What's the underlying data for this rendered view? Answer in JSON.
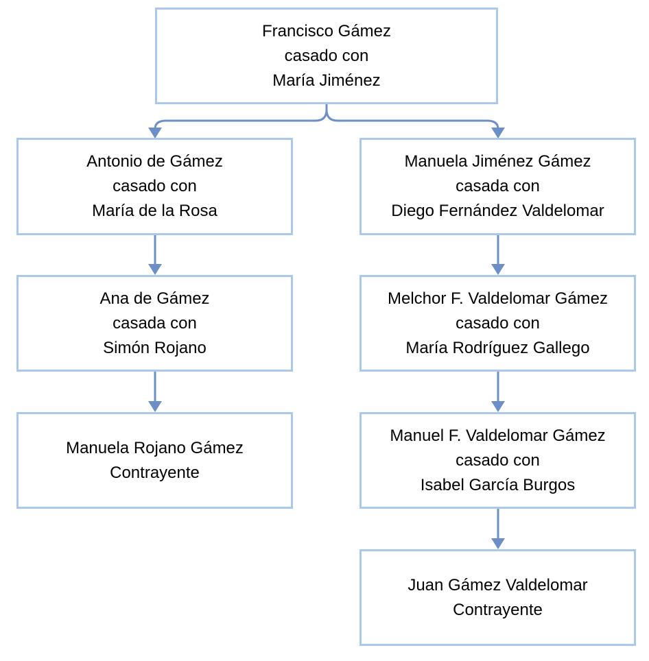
{
  "colors": {
    "box_border": "#aac8ec",
    "connector": "#6d8fc8",
    "text": "#000000",
    "background": "#ffffff"
  },
  "tree": {
    "root": {
      "line1": "Francisco Gámez",
      "line2": "casado con",
      "line3": "María Jiménez"
    },
    "left": [
      {
        "line1": "Antonio de Gámez",
        "line2": "casado con",
        "line3": "María de la Rosa"
      },
      {
        "line1": "Ana de Gámez",
        "line2": "casada con",
        "line3": "Simón Rojano"
      },
      {
        "line1": "Manuela Rojano Gámez",
        "line2": "Contrayente"
      }
    ],
    "right": [
      {
        "line1": "Manuela Jiménez Gámez",
        "line2": "casada con",
        "line3": "Diego Fernández Valdelomar"
      },
      {
        "line1": "Melchor F. Valdelomar Gámez",
        "line2": "casado con",
        "line3": "María Rodríguez Gallego"
      },
      {
        "line1": "Manuel F. Valdelomar Gámez",
        "line2": "casado con",
        "line3": "Isabel García Burgos"
      },
      {
        "line1": "Juan Gámez Valdelomar",
        "line2": "Contrayente"
      }
    ]
  }
}
